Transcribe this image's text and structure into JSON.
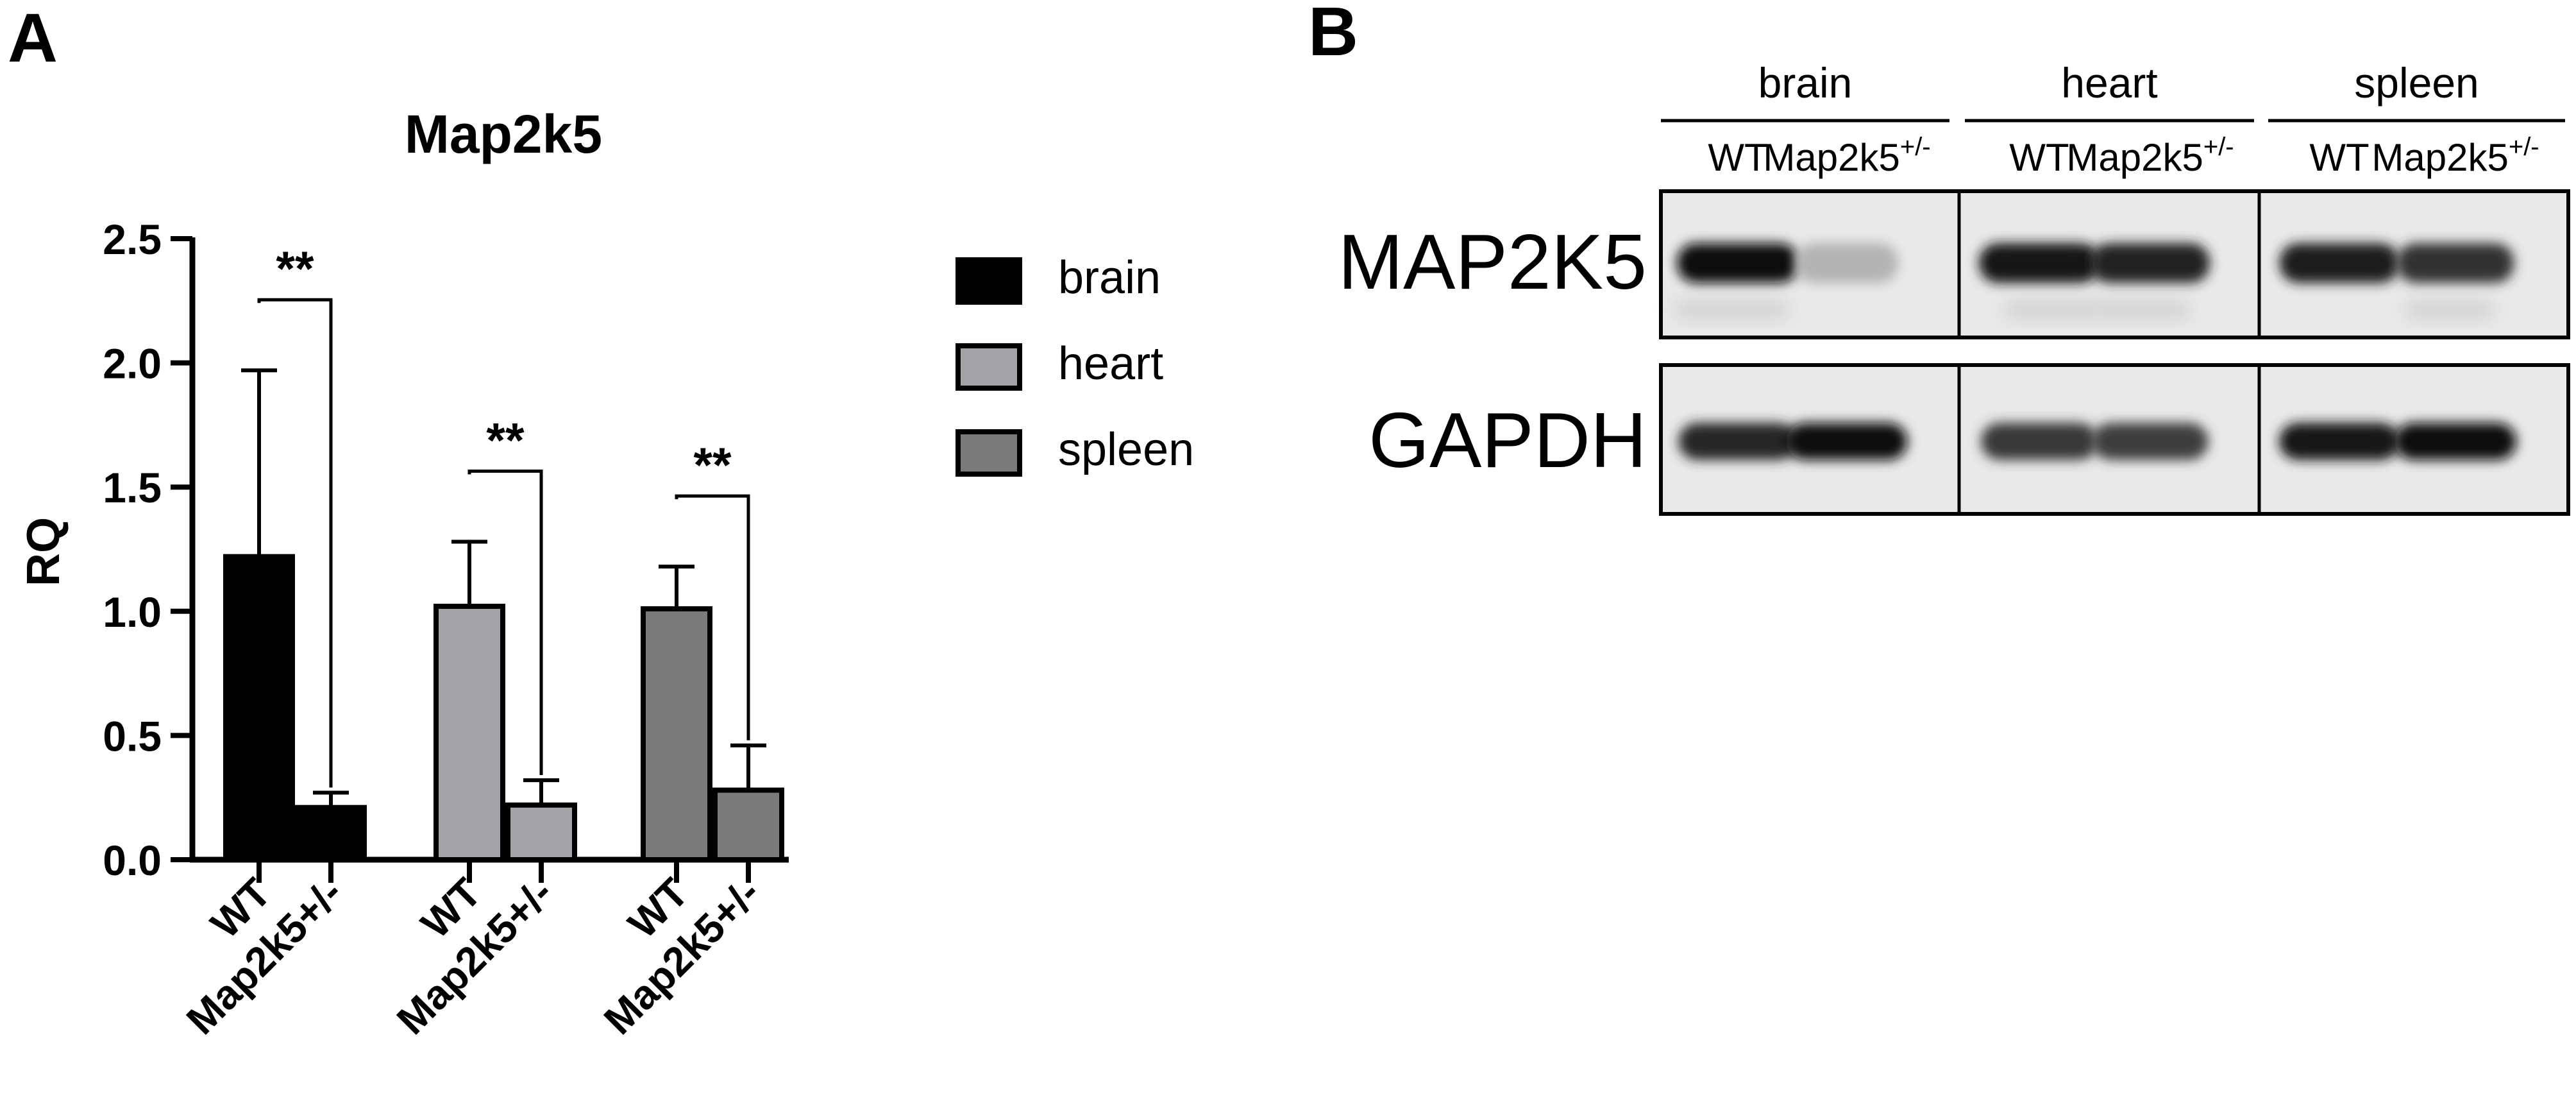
{
  "panels": {
    "a": {
      "letter": "A"
    },
    "b": {
      "letter": "B"
    }
  },
  "chart_data": {
    "type": "bar",
    "title": "Map2k5",
    "ylabel": "RQ",
    "xlabel": "",
    "ylim": [
      0,
      2.5
    ],
    "yticks": [
      "0.0",
      "0.5",
      "1.0",
      "1.5",
      "2.0",
      "2.5"
    ],
    "grid": false,
    "legend_position": "right",
    "groups": [
      {
        "name": "brain",
        "color": "#000000",
        "bars": [
          {
            "label": "WT",
            "value": 1.22,
            "error_upper": 1.97
          },
          {
            "label": "Map2k5+/-",
            "value": 0.21,
            "error_upper": 0.27
          }
        ],
        "significance": "**"
      },
      {
        "name": "heart",
        "color": "#a3a3a8",
        "bars": [
          {
            "label": "WT",
            "value": 1.02,
            "error_upper": 1.28
          },
          {
            "label": "Map2k5+/-",
            "value": 0.22,
            "error_upper": 0.32
          }
        ],
        "significance": "**"
      },
      {
        "name": "spleen",
        "color": "#7a7a7a",
        "bars": [
          {
            "label": "WT",
            "value": 1.01,
            "error_upper": 1.18
          },
          {
            "label": "Map2k5+/-",
            "value": 0.28,
            "error_upper": 0.46
          }
        ],
        "significance": "**"
      }
    ],
    "legend": [
      {
        "name": "brain",
        "color": "#000000"
      },
      {
        "name": "heart",
        "color": "#a3a3a8"
      },
      {
        "name": "spleen",
        "color": "#7a7a7a"
      }
    ]
  },
  "western_blot": {
    "tissues": [
      "brain",
      "heart",
      "spleen"
    ],
    "genotypes": [
      "WT",
      "Map2k5"
    ],
    "genotype_superscript": "+/-",
    "proteins": [
      "MAP2K5",
      "GAPDH"
    ],
    "band_intensity": {
      "MAP2K5": {
        "brain": [
          1.0,
          0.25
        ],
        "heart": [
          0.95,
          0.9
        ],
        "spleen": [
          0.92,
          0.82
        ]
      },
      "GAPDH": {
        "brain": [
          0.88,
          0.97
        ],
        "heart": [
          0.8,
          0.78
        ],
        "spleen": [
          0.95,
          1.0
        ]
      }
    }
  }
}
